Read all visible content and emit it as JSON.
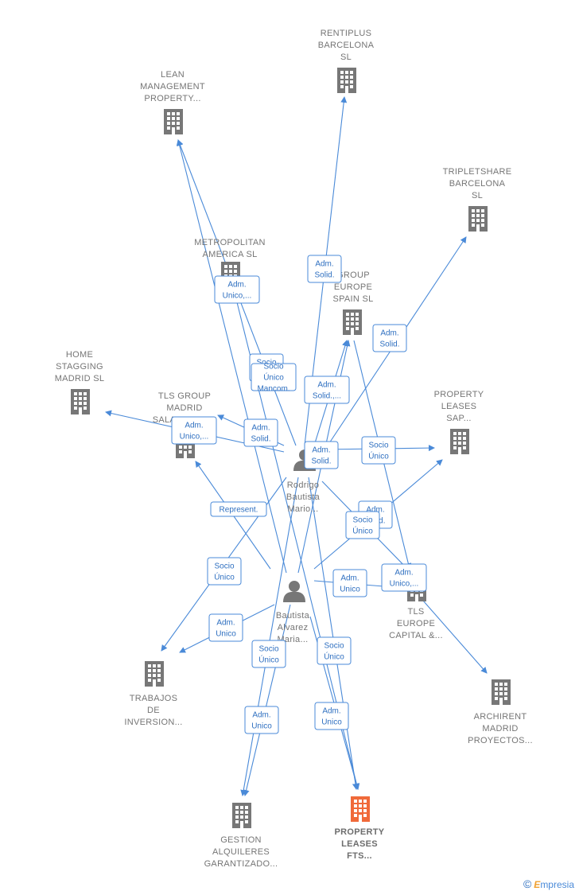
{
  "colors": {
    "edge": "#4a8ad8",
    "company": "#777777",
    "focus_company": "#f06a3a",
    "person": "#777777"
  },
  "nodes": [
    {
      "id": "rentiplus",
      "type": "company",
      "lines": [
        "RENTIPLUS",
        "BARCELONA",
        "SL"
      ]
    },
    {
      "id": "lean",
      "type": "company",
      "lines": [
        "LEAN",
        "MANAGEMENT",
        "PROPERTY..."
      ]
    },
    {
      "id": "tripletshare",
      "type": "company",
      "lines": [
        "TRIPLETSHARE",
        "BARCELONA",
        "SL"
      ]
    },
    {
      "id": "metropolitan",
      "type": "company",
      "lines": [
        "METROPOLITAN",
        "AMERICA  SL"
      ]
    },
    {
      "id": "tlsgroupeurope",
      "type": "company",
      "lines": [
        "GROUP",
        "EUROPE",
        "SPAIN  SL"
      ]
    },
    {
      "id": "homestagging",
      "type": "company",
      "lines": [
        "HOME",
        "STAGGING",
        "MADRID  SL"
      ]
    },
    {
      "id": "tlsmadrid",
      "type": "company",
      "lines": [
        "TLS GROUP",
        "MADRID",
        "SALAMANCA..."
      ]
    },
    {
      "id": "propleasessap",
      "type": "company",
      "lines": [
        "PROPERTY",
        "LEASES",
        "SAP..."
      ]
    },
    {
      "id": "rodrigo",
      "type": "person",
      "lines": [
        "Rodrigo",
        "Bautista",
        "Mario..."
      ]
    },
    {
      "id": "bautista",
      "type": "person",
      "lines": [
        "Bautista",
        "Alvarez",
        "Maria..."
      ]
    },
    {
      "id": "tlseurope",
      "type": "company",
      "lines": [
        "TLS",
        "EUROPE",
        "CAPITAL &..."
      ]
    },
    {
      "id": "archirent",
      "type": "company",
      "lines": [
        "ARCHIRENT",
        "MADRID",
        "PROYECTOS..."
      ]
    },
    {
      "id": "trabajos",
      "type": "company",
      "lines": [
        "TRABAJOS",
        "DE",
        "INVERSION..."
      ]
    },
    {
      "id": "gestion",
      "type": "company",
      "lines": [
        "GESTION",
        "ALQUILERES",
        "GARANTIZADO..."
      ]
    },
    {
      "id": "propleasesfts",
      "type": "focus",
      "lines": [
        "PROPERTY",
        "LEASES",
        "FTS..."
      ]
    }
  ],
  "edges": [
    {
      "from": "rodrigo",
      "to": "rentiplus"
    },
    {
      "from": "rodrigo",
      "to": "lean"
    },
    {
      "from": "bautista",
      "to": "lean"
    },
    {
      "from": "rodrigo",
      "to": "tripletshare"
    },
    {
      "from": "rodrigo",
      "to": "tlsgroupeurope"
    },
    {
      "from": "bautista",
      "to": "tlsgroupeurope"
    },
    {
      "from": "rodrigo",
      "to": "homestagging"
    },
    {
      "from": "rodrigo",
      "to": "tlsmadrid"
    },
    {
      "from": "bautista",
      "to": "tlsmadrid"
    },
    {
      "from": "rodrigo",
      "to": "propleasessap"
    },
    {
      "from": "bautista",
      "to": "propleasessap"
    },
    {
      "from": "rodrigo",
      "to": "tlseurope"
    },
    {
      "from": "bautista",
      "to": "tlseurope"
    },
    {
      "from": "tlsgroupeurope",
      "to": "tlseurope"
    },
    {
      "from": "tlseurope",
      "to": "archirent"
    },
    {
      "from": "rodrigo",
      "to": "trabajos"
    },
    {
      "from": "bautista",
      "to": "trabajos"
    },
    {
      "from": "rodrigo",
      "to": "gestion"
    },
    {
      "from": "bautista",
      "to": "gestion"
    },
    {
      "from": "rodrigo",
      "to": "propleasesfts"
    },
    {
      "from": "bautista",
      "to": "propleasesfts"
    },
    {
      "from": "metropolitan",
      "to": "propleasesfts"
    }
  ],
  "edge_labels": [
    {
      "lines": [
        "Adm.",
        "Unico,..."
      ]
    },
    {
      "lines": [
        "Adm.",
        "Solid."
      ]
    },
    {
      "lines": [
        "Adm.",
        "Solid."
      ]
    },
    {
      "lines": [
        "Socio",
        "Único"
      ]
    },
    {
      "lines": [
        "Socio",
        "Único",
        "Mancom."
      ]
    },
    {
      "lines": [
        "Adm.",
        "Solid.,..."
      ]
    },
    {
      "lines": [
        "Adm.",
        "Unico,..."
      ]
    },
    {
      "lines": [
        "Adm.",
        "Solid."
      ]
    },
    {
      "lines": [
        "Adm.",
        "Solid."
      ]
    },
    {
      "lines": [
        "Socio",
        "Único"
      ]
    },
    {
      "lines": [
        "Represent."
      ]
    },
    {
      "lines": [
        "Adm.",
        "Solid."
      ]
    },
    {
      "lines": [
        "Socio",
        "Único"
      ]
    },
    {
      "lines": [
        "Socio",
        "Único"
      ]
    },
    {
      "lines": [
        "Adm.",
        "Unico"
      ]
    },
    {
      "lines": [
        "Adm.",
        "Unico,..."
      ]
    },
    {
      "lines": [
        "Adm.",
        "Unico"
      ]
    },
    {
      "lines": [
        "Socio",
        "Único"
      ]
    },
    {
      "lines": [
        "Socio",
        "Único"
      ]
    },
    {
      "lines": [
        "Adm.",
        "Unico"
      ]
    },
    {
      "lines": [
        "Adm.",
        "Unico"
      ]
    }
  ],
  "brand": {
    "copyright": "©",
    "name_initial": "E",
    "name_rest": "mpresia"
  }
}
